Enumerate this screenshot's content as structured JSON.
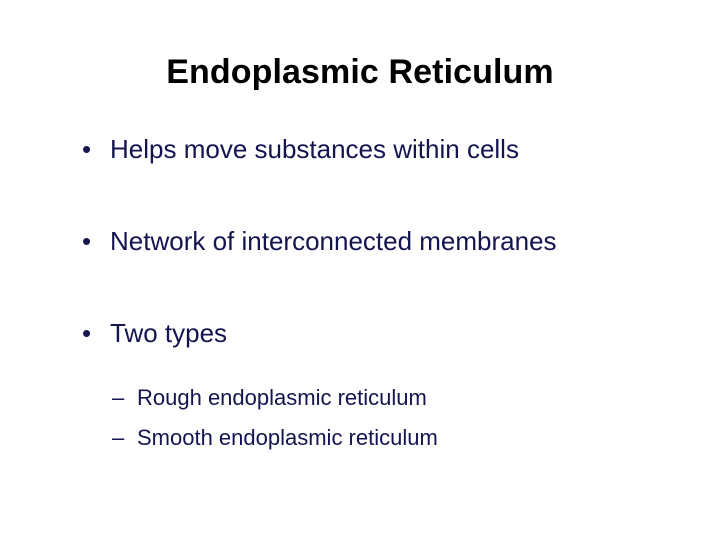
{
  "slide": {
    "title": "Endoplasmic Reticulum",
    "title_color": "#000000",
    "body_color": "#141450",
    "background_color": "#ffffff",
    "bullet_marker": "•",
    "sub_bullet_marker": "–",
    "bullets": [
      {
        "marker": "•",
        "text": "Helps move substances within cells",
        "level": 1
      },
      {
        "marker": "•",
        "text": "Network of interconnected membranes",
        "level": 1
      },
      {
        "marker": "•",
        "text": "Two types",
        "level": 1
      }
    ],
    "sub_bullets": [
      {
        "marker": "–",
        "text": "Rough endoplasmic reticulum",
        "level": 2
      },
      {
        "marker": "–",
        "text": "Smooth endoplasmic reticulum",
        "level": 2
      }
    ]
  }
}
